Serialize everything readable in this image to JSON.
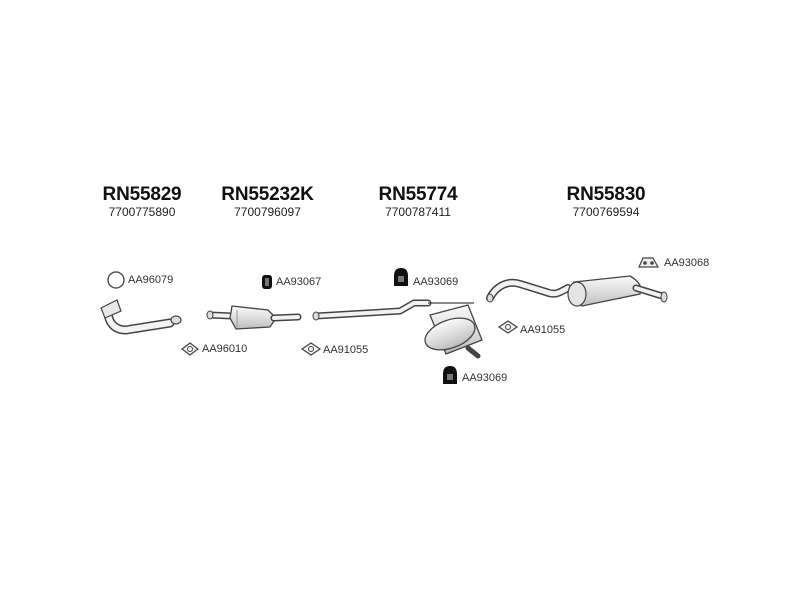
{
  "groups": [
    {
      "code": "RN55829",
      "number": "7700775890"
    },
    {
      "code": "RN55232K",
      "number": "7700796097"
    },
    {
      "code": "RN55774",
      "number": "7700787411"
    },
    {
      "code": "RN55830",
      "number": "7700769594"
    }
  ],
  "parts": [
    {
      "label": "AA96079",
      "icon": "ring-gasket-icon"
    },
    {
      "label": "AA96010",
      "icon": "flange-gasket-icon"
    },
    {
      "label": "AA93067",
      "icon": "rubber-mount-icon"
    },
    {
      "label": "AA91055",
      "icon": "flange-gasket-icon"
    },
    {
      "label": "AA93069",
      "icon": "rubber-mount-icon"
    },
    {
      "label": "AA93069",
      "icon": "rubber-mount-icon"
    },
    {
      "label": "AA91055",
      "icon": "flange-gasket-icon"
    },
    {
      "label": "AA93068",
      "icon": "hanger-bracket-icon"
    }
  ],
  "components": [
    {
      "icon": "front-pipe-icon"
    },
    {
      "icon": "catalytic-converter-icon"
    },
    {
      "icon": "middle-silencer-icon"
    },
    {
      "icon": "rear-silencer-icon"
    }
  ],
  "colors": {
    "outline": "#444444",
    "fill": "#e9e9e9",
    "mount": "#111111",
    "text": "#222222"
  }
}
